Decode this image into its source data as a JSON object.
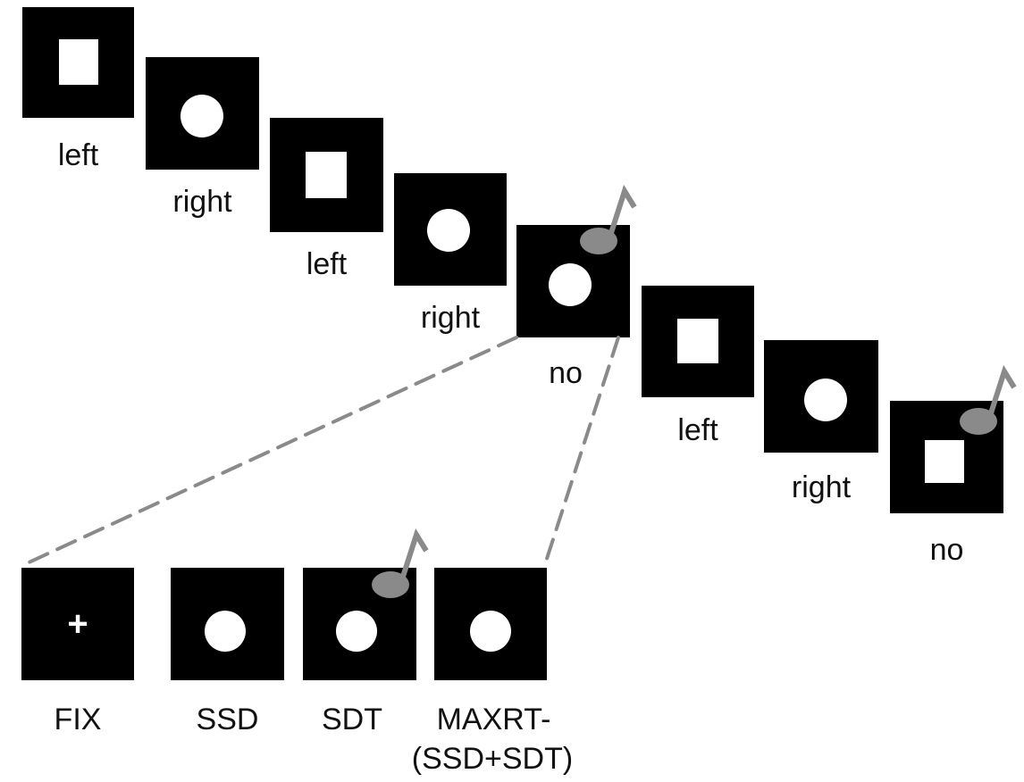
{
  "sequence": [
    {
      "stimulus": "square",
      "response": "left"
    },
    {
      "stimulus": "circle",
      "response": "right"
    },
    {
      "stimulus": "square",
      "response": "left"
    },
    {
      "stimulus": "circle",
      "response": "right"
    },
    {
      "stimulus": "circle",
      "response": "no",
      "stop_signal": true
    },
    {
      "stimulus": "square",
      "response": "left"
    },
    {
      "stimulus": "circle",
      "response": "right"
    },
    {
      "stimulus": "square",
      "response": "no",
      "stop_signal": true
    }
  ],
  "detail": [
    {
      "stimulus": "fixation-cross",
      "symbol": "+",
      "label": "FIX"
    },
    {
      "stimulus": "circle",
      "label": "SSD"
    },
    {
      "stimulus": "circle",
      "label": "SDT",
      "stop_signal": true
    },
    {
      "stimulus": "circle",
      "label_line1": "MAXRT-",
      "label_line2": "(SSD+SDT)"
    }
  ],
  "colors": {
    "frame": "#000000",
    "stimulus": "#ffffff",
    "stop_signal": "#8a8a8a",
    "connector_line": "#8a8a8a"
  },
  "icons": {
    "stop_signal": "music-note-icon"
  }
}
